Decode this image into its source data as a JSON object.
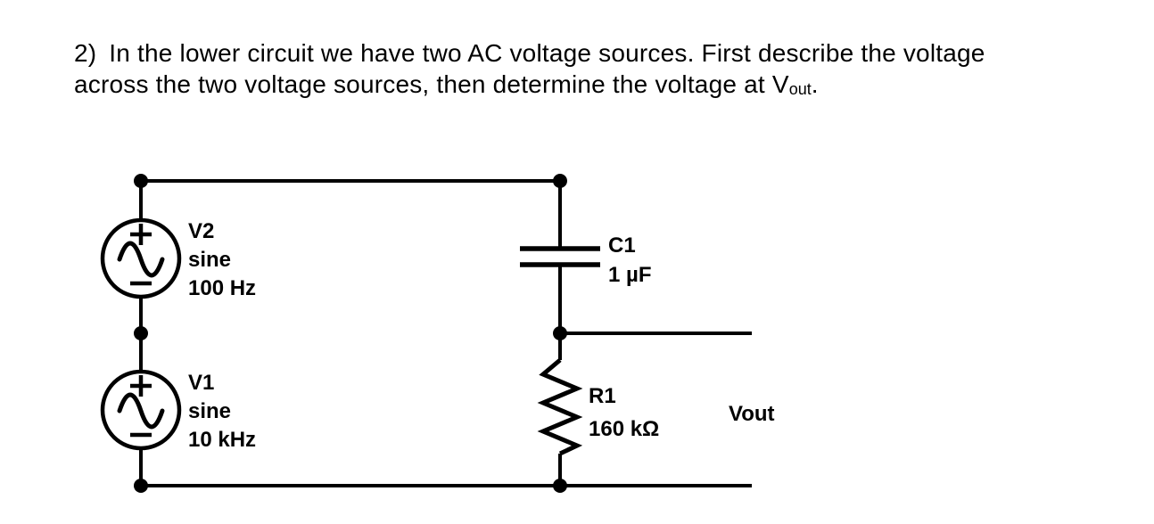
{
  "question": {
    "number": "2)",
    "line1": "In the lower circuit we have two AC voltage sources. First describe the voltage",
    "line2_before_sub": "across the two voltage sources, then determine the voltage at V",
    "line2_sub": "out",
    "line2_after_sub": "."
  },
  "circuit": {
    "source_v2": {
      "name": "V2",
      "waveform": "sine",
      "frequency": "100 Hz"
    },
    "source_v1": {
      "name": "V1",
      "waveform": "sine",
      "frequency": "10 kHz"
    },
    "capacitor": {
      "name": "C1",
      "value": "1 µF"
    },
    "resistor": {
      "name": "R1",
      "value": "160 kΩ"
    },
    "output_label": "Vout"
  },
  "colors": {
    "ink": "#000000",
    "background": "#ffffff"
  }
}
